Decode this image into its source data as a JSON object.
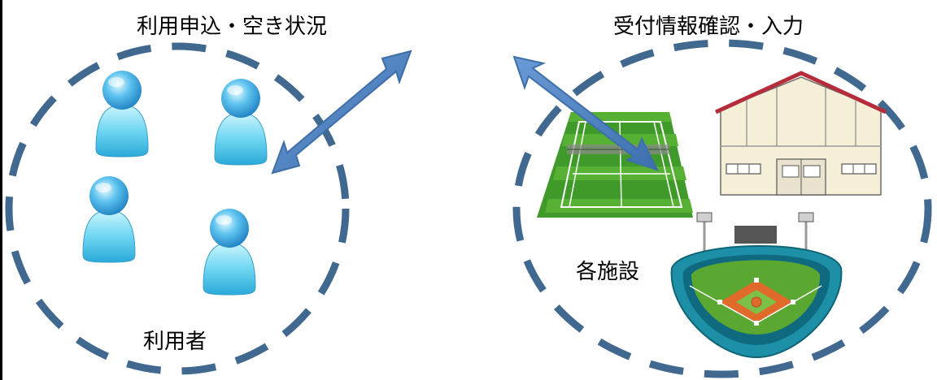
{
  "labels": {
    "left_top": "利用申込・空き状況",
    "right_top": "受付情報確認・入力",
    "users": "利用者",
    "facilities": "各施設"
  },
  "icons": {
    "user": "person-icon",
    "tennis_court": "tennis-court-icon",
    "gymnasium": "gymnasium-icon",
    "stadium": "baseball-stadium-icon",
    "arrow": "double-headed-arrow"
  },
  "colors": {
    "dashed_circle": "#41698f",
    "arrow": "#4f81bd",
    "user": "#2aa9d8"
  }
}
